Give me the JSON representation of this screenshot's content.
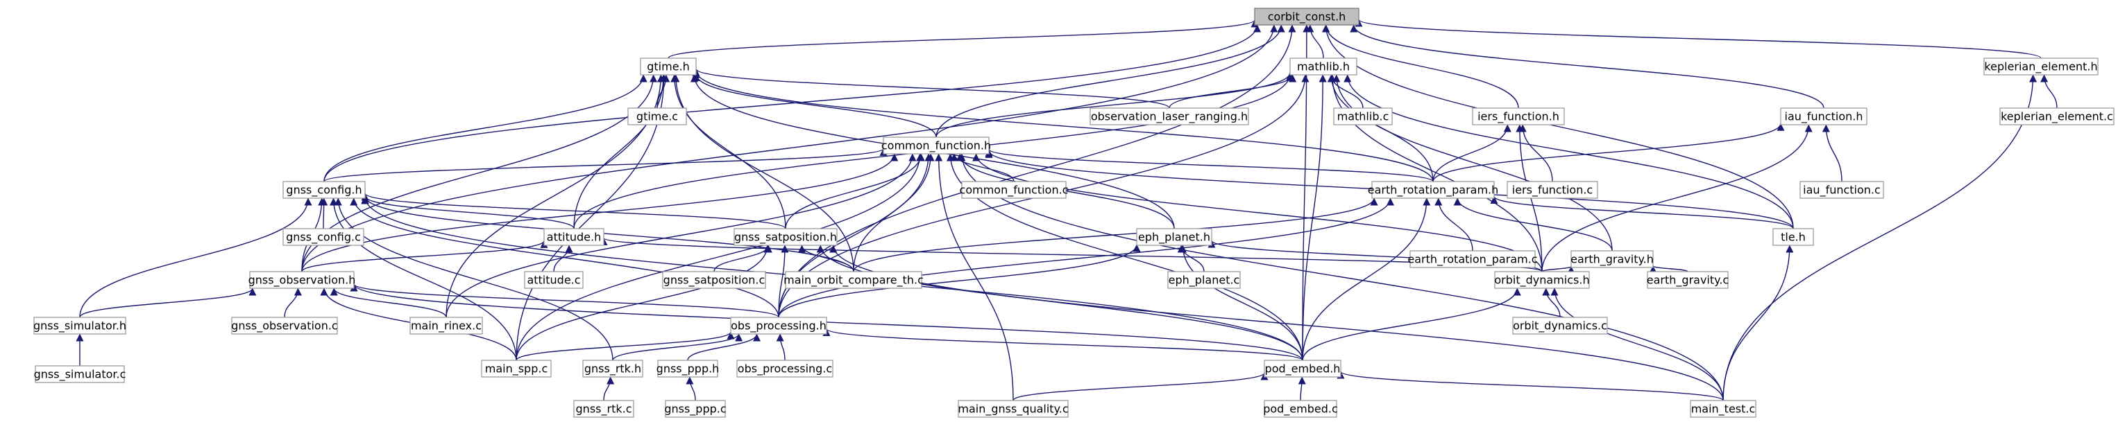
{
  "graph": {
    "nodes": [
      {
        "id": "corbit_const_h",
        "label": "corbit_const.h",
        "root": true
      },
      {
        "id": "gtime_h",
        "label": "gtime.h"
      },
      {
        "id": "mathlib_h",
        "label": "mathlib.h"
      },
      {
        "id": "keplerian_element_h",
        "label": "keplerian_element.h"
      },
      {
        "id": "keplerian_element_c",
        "label": "keplerian_element.c"
      },
      {
        "id": "gtime_c",
        "label": "gtime.c"
      },
      {
        "id": "observation_laser_ranging_h",
        "label": "observation_laser_ranging.h"
      },
      {
        "id": "mathlib_c",
        "label": "mathlib.c"
      },
      {
        "id": "iers_function_h",
        "label": "iers_function.h"
      },
      {
        "id": "iau_function_h",
        "label": "iau_function.h"
      },
      {
        "id": "common_function_h",
        "label": "common_function.h"
      },
      {
        "id": "gnss_config_h",
        "label": "gnss_config.h"
      },
      {
        "id": "common_function_c",
        "label": "common_function.c"
      },
      {
        "id": "earth_rotation_param_h",
        "label": "earth_rotation_param.h"
      },
      {
        "id": "iers_function_c",
        "label": "iers_function.c"
      },
      {
        "id": "iau_function_c",
        "label": "iau_function.c"
      },
      {
        "id": "gnss_config_c",
        "label": "gnss_config.c"
      },
      {
        "id": "attitude_h",
        "label": "attitude.h"
      },
      {
        "id": "gnss_satposition_h",
        "label": "gnss_satposition.h"
      },
      {
        "id": "eph_planet_h",
        "label": "eph_planet.h"
      },
      {
        "id": "earth_rotation_param_c",
        "label": "earth_rotation_param.c"
      },
      {
        "id": "earth_gravity_h",
        "label": "earth_gravity.h"
      },
      {
        "id": "tle_h",
        "label": "tle.h"
      },
      {
        "id": "attitude_c",
        "label": "attitude.c"
      },
      {
        "id": "gnss_observation_h",
        "label": "gnss_observation.h"
      },
      {
        "id": "gnss_satposition_c",
        "label": "gnss_satposition.c"
      },
      {
        "id": "main_orbit_compare_th_c",
        "label": "main_orbit_compare_th.c"
      },
      {
        "id": "eph_planet_c",
        "label": "eph_planet.c"
      },
      {
        "id": "orbit_dynamics_h",
        "label": "orbit_dynamics.h"
      },
      {
        "id": "earth_gravity_c",
        "label": "earth_gravity.c"
      },
      {
        "id": "gnss_simulator_h",
        "label": "gnss_simulator.h"
      },
      {
        "id": "gnss_observation_c",
        "label": "gnss_observation.c"
      },
      {
        "id": "main_rinex_c",
        "label": "main_rinex.c"
      },
      {
        "id": "obs_processing_h",
        "label": "obs_processing.h"
      },
      {
        "id": "orbit_dynamics_c",
        "label": "orbit_dynamics.c"
      },
      {
        "id": "gnss_simulator_c",
        "label": "gnss_simulator.c"
      },
      {
        "id": "main_spp_c",
        "label": "main_spp.c"
      },
      {
        "id": "gnss_rtk_h",
        "label": "gnss_rtk.h"
      },
      {
        "id": "gnss_ppp_h",
        "label": "gnss_ppp.h"
      },
      {
        "id": "obs_processing_c",
        "label": "obs_processing.c"
      },
      {
        "id": "pod_embed_h",
        "label": "pod_embed.h"
      },
      {
        "id": "gnss_rtk_c",
        "label": "gnss_rtk.c"
      },
      {
        "id": "gnss_ppp_c",
        "label": "gnss_ppp.c"
      },
      {
        "id": "main_gnss_quality_c",
        "label": "main_gnss_quality.c"
      },
      {
        "id": "pod_embed_c",
        "label": "pod_embed.c"
      },
      {
        "id": "main_test_c",
        "label": "main_test.c"
      }
    ],
    "edges": [
      [
        "gtime_h",
        "corbit_const_h"
      ],
      [
        "mathlib_h",
        "corbit_const_h"
      ],
      [
        "keplerian_element_h",
        "corbit_const_h"
      ],
      [
        "common_function_h",
        "corbit_const_h"
      ],
      [
        "iers_function_h",
        "corbit_const_h"
      ],
      [
        "iau_function_h",
        "corbit_const_h"
      ],
      [
        "gnss_config_h",
        "corbit_const_h"
      ],
      [
        "gnss_observation_h",
        "corbit_const_h"
      ],
      [
        "obs_processing_h",
        "corbit_const_h"
      ],
      [
        "tle_h",
        "corbit_const_h"
      ],
      [
        "pod_embed_h",
        "corbit_const_h"
      ],
      [
        "keplerian_element_c",
        "keplerian_element_h"
      ],
      [
        "main_test_c",
        "keplerian_element_h"
      ],
      [
        "gtime_c",
        "gtime_h"
      ],
      [
        "observation_laser_ranging_h",
        "gtime_h"
      ],
      [
        "common_function_h",
        "gtime_h"
      ],
      [
        "gnss_config_h",
        "gtime_h"
      ],
      [
        "attitude_h",
        "gtime_h"
      ],
      [
        "gnss_satposition_h",
        "gtime_h"
      ],
      [
        "gnss_observation_h",
        "gtime_h"
      ],
      [
        "main_orbit_compare_th_c",
        "gtime_h"
      ],
      [
        "eph_planet_h",
        "gtime_h"
      ],
      [
        "earth_rotation_param_h",
        "gtime_h"
      ],
      [
        "main_rinex_c",
        "gtime_h"
      ],
      [
        "main_spp_c",
        "gtime_h"
      ],
      [
        "mathlib_c",
        "mathlib_h"
      ],
      [
        "observation_laser_ranging_h",
        "mathlib_h"
      ],
      [
        "common_function_h",
        "mathlib_h"
      ],
      [
        "earth_rotation_param_h",
        "mathlib_h"
      ],
      [
        "earth_gravity_h",
        "mathlib_h"
      ],
      [
        "orbit_dynamics_h",
        "mathlib_h"
      ],
      [
        "tle_h",
        "mathlib_h"
      ],
      [
        "attitude_h",
        "mathlib_h"
      ],
      [
        "obs_processing_h",
        "mathlib_h"
      ],
      [
        "pod_embed_h",
        "mathlib_h"
      ],
      [
        "iers_function_c",
        "iers_function_h"
      ],
      [
        "earth_rotation_param_h",
        "iers_function_h"
      ],
      [
        "orbit_dynamics_h",
        "iers_function_h"
      ],
      [
        "iau_function_c",
        "iau_function_h"
      ],
      [
        "earth_rotation_param_h",
        "iau_function_h"
      ],
      [
        "orbit_dynamics_h",
        "iau_function_h"
      ],
      [
        "common_function_c",
        "common_function_h"
      ],
      [
        "gnss_config_h",
        "common_function_h"
      ],
      [
        "gnss_satposition_h",
        "common_function_h"
      ],
      [
        "eph_planet_h",
        "common_function_h"
      ],
      [
        "earth_rotation_param_h",
        "common_function_h"
      ],
      [
        "tle_h",
        "common_function_h"
      ],
      [
        "orbit_dynamics_h",
        "common_function_h"
      ],
      [
        "gnss_observation_h",
        "common_function_h"
      ],
      [
        "main_orbit_compare_th_c",
        "common_function_h"
      ],
      [
        "obs_processing_h",
        "common_function_h"
      ],
      [
        "pod_embed_h",
        "common_function_h"
      ],
      [
        "main_rinex_c",
        "common_function_h"
      ],
      [
        "main_spp_c",
        "common_function_h"
      ],
      [
        "main_gnss_quality_c",
        "common_function_h"
      ],
      [
        "main_test_c",
        "common_function_h"
      ],
      [
        "gnss_config_c",
        "gnss_config_h"
      ],
      [
        "attitude_h",
        "gnss_config_h"
      ],
      [
        "gnss_satposition_h",
        "gnss_config_h"
      ],
      [
        "gnss_observation_h",
        "gnss_config_h"
      ],
      [
        "gnss_simulator_h",
        "gnss_config_h"
      ],
      [
        "main_orbit_compare_th_c",
        "gnss_config_h"
      ],
      [
        "obs_processing_h",
        "gnss_config_h"
      ],
      [
        "main_spp_c",
        "gnss_config_h"
      ],
      [
        "gnss_rtk_h",
        "gnss_config_h"
      ],
      [
        "pod_embed_h",
        "gnss_config_h"
      ],
      [
        "earth_rotation_param_c",
        "earth_rotation_param_h"
      ],
      [
        "earth_gravity_h",
        "earth_rotation_param_h"
      ],
      [
        "tle_h",
        "earth_rotation_param_h"
      ],
      [
        "main_orbit_compare_th_c",
        "earth_rotation_param_h"
      ],
      [
        "obs_processing_h",
        "earth_rotation_param_h"
      ],
      [
        "pod_embed_h",
        "earth_rotation_param_h"
      ],
      [
        "attitude_c",
        "attitude_h"
      ],
      [
        "gnss_observation_h",
        "attitude_h"
      ],
      [
        "orbit_dynamics_h",
        "attitude_h"
      ],
      [
        "gnss_satposition_c",
        "gnss_satposition_h"
      ],
      [
        "main_orbit_compare_th_c",
        "gnss_satposition_h"
      ],
      [
        "obs_processing_h",
        "gnss_satposition_h"
      ],
      [
        "main_spp_c",
        "gnss_satposition_h"
      ],
      [
        "pod_embed_h",
        "gnss_satposition_h"
      ],
      [
        "main_test_c",
        "gnss_satposition_h"
      ],
      [
        "eph_planet_c",
        "eph_planet_h"
      ],
      [
        "orbit_dynamics_h",
        "eph_planet_h"
      ],
      [
        "obs_processing_h",
        "eph_planet_h"
      ],
      [
        "pod_embed_h",
        "eph_planet_h"
      ],
      [
        "orbit_dynamics_h",
        "earth_gravity_h"
      ],
      [
        "earth_gravity_c",
        "earth_gravity_h"
      ],
      [
        "main_test_c",
        "tle_h"
      ],
      [
        "gnss_simulator_h",
        "gnss_observation_h"
      ],
      [
        "gnss_observation_c",
        "gnss_observation_h"
      ],
      [
        "main_rinex_c",
        "gnss_observation_h"
      ],
      [
        "obs_processing_h",
        "gnss_observation_h"
      ],
      [
        "main_spp_c",
        "gnss_observation_h"
      ],
      [
        "pod_embed_h",
        "gnss_observation_h"
      ],
      [
        "orbit_dynamics_c",
        "orbit_dynamics_h"
      ],
      [
        "pod_embed_h",
        "orbit_dynamics_h"
      ],
      [
        "main_test_c",
        "orbit_dynamics_h"
      ],
      [
        "gnss_simulator_c",
        "gnss_simulator_h"
      ],
      [
        "main_spp_c",
        "obs_processing_h"
      ],
      [
        "gnss_rtk_h",
        "obs_processing_h"
      ],
      [
        "gnss_ppp_h",
        "obs_processing_h"
      ],
      [
        "obs_processing_c",
        "obs_processing_h"
      ],
      [
        "pod_embed_h",
        "obs_processing_h"
      ],
      [
        "gnss_rtk_c",
        "gnss_rtk_h"
      ],
      [
        "gnss_ppp_c",
        "gnss_ppp_h"
      ],
      [
        "main_gnss_quality_c",
        "pod_embed_h"
      ],
      [
        "pod_embed_c",
        "pod_embed_h"
      ],
      [
        "main_test_c",
        "pod_embed_h"
      ]
    ]
  }
}
